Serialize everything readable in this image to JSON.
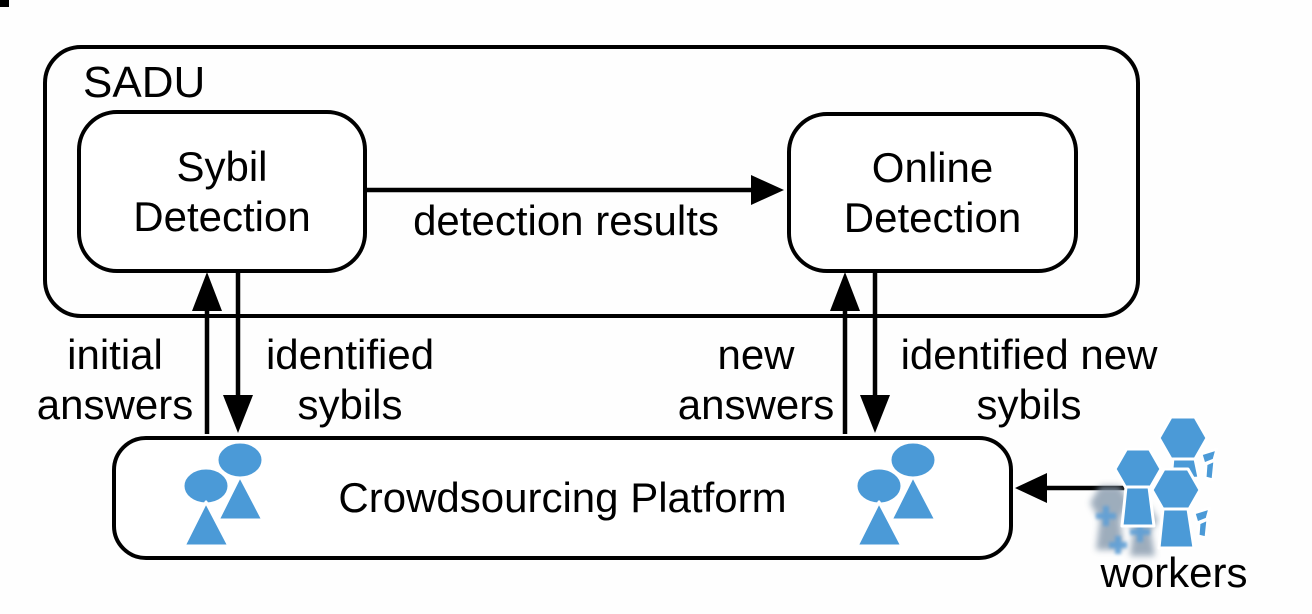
{
  "figure": {
    "background": "#fefefe",
    "line_color": "#000000",
    "accent_blue": "#4b9ad7",
    "shadow_blue_gray": "#8699ac"
  },
  "sadu": {
    "label": "SADU",
    "sybil_detection": {
      "line1": "Sybil",
      "line2": "Detection"
    },
    "online_detection": {
      "line1": "Online",
      "line2": "Detection"
    }
  },
  "platform": {
    "label": "Crowdsourcing Platform"
  },
  "flows": {
    "detection_results": "detection results",
    "initial_answers": {
      "line1": "initial",
      "line2": "answers"
    },
    "identified_sybils": {
      "line1": "identified",
      "line2": "sybils"
    },
    "new_answers": {
      "line1": "new",
      "line2": "answers"
    },
    "identified_new_sybils": {
      "line1": "identified new",
      "line2": "sybils"
    },
    "workers_label": "workers"
  },
  "icons": {
    "platform_left": "crowd-people-icon",
    "platform_right": "crowd-people-icon",
    "workers": "hexagon-workers-icon"
  }
}
